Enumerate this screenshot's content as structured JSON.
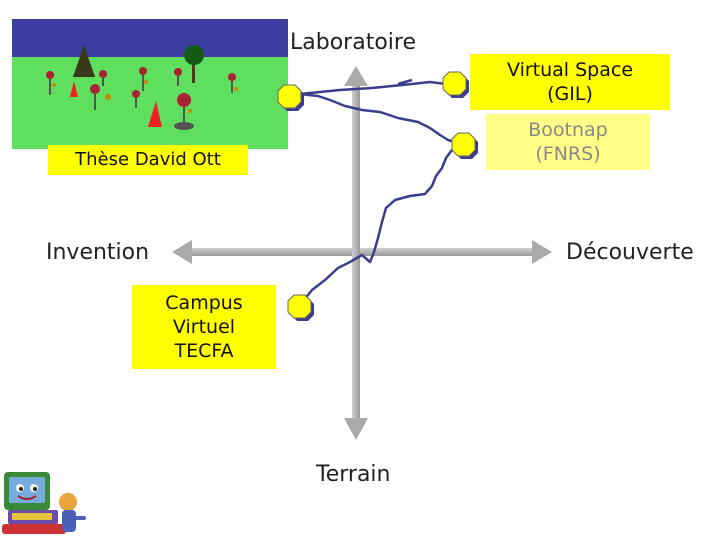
{
  "axes": {
    "top": "Laboratoire",
    "bottom": "Terrain",
    "left": "Invention",
    "right": "Découverte"
  },
  "boxes": {
    "virtual_space": [
      "Virtual Space",
      "(GIL)"
    ],
    "bootnap": [
      "Bootnap",
      "(FNRS)"
    ],
    "campus": [
      "Campus",
      "Virtuel",
      "TECFA"
    ],
    "these": "Thèse David Ott"
  },
  "colors": {
    "box_yellow": "#ffff00",
    "box_yellow_faded": "#ffff88",
    "path_line": "#3b3e8c",
    "axis_gray": "#bbbbbb"
  },
  "icons": [
    "3d-world-scene-image",
    "mascot-computer-icon"
  ]
}
